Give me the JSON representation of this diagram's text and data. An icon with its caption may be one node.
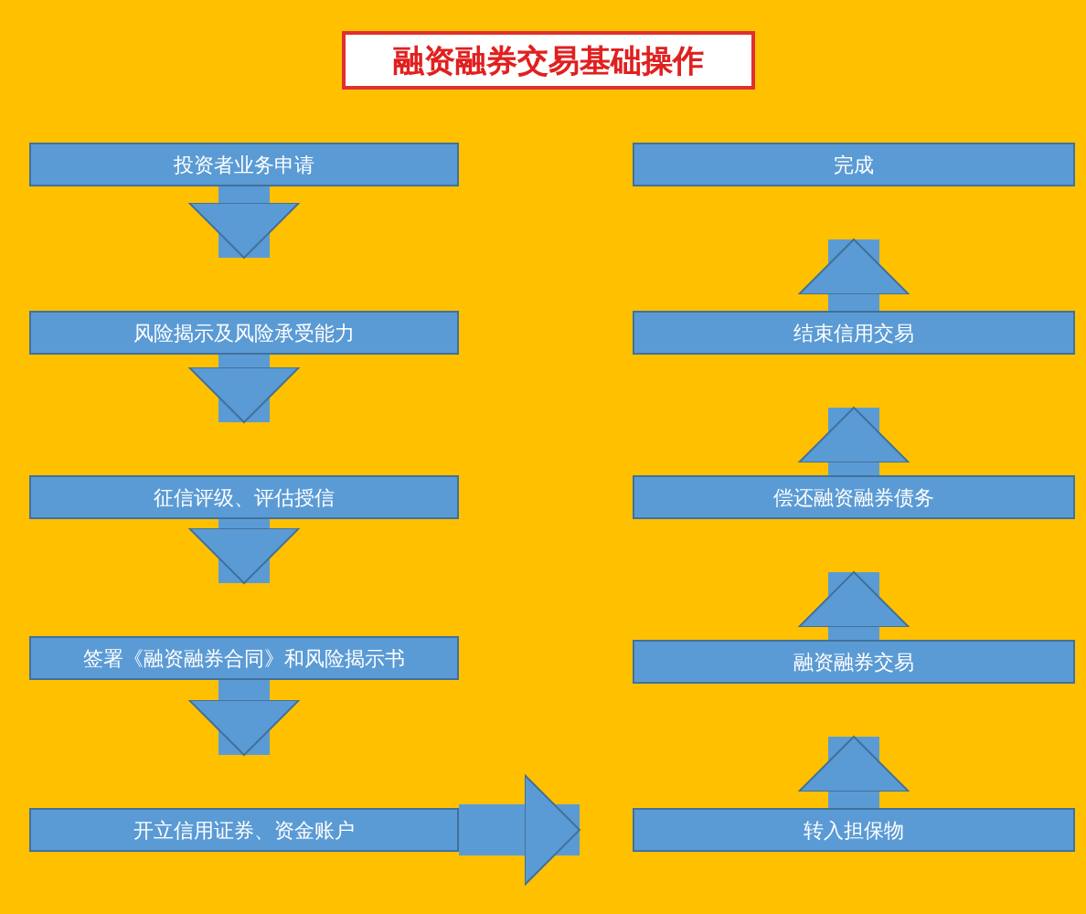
{
  "diagram": {
    "title": "融资融券交易基础操作",
    "nodes": [
      {
        "text": [
          "投资者业务申请"
        ]
      },
      {
        "text": [
          "完成"
        ]
      },
      {
        "text": [
          "风险揭示及风险承受能力"
        ]
      },
      {
        "text": [
          "结束信用交易"
        ]
      },
      {
        "text": [
          "征信评级、评估授信"
        ]
      },
      {
        "text": [
          "偿还融资融券债务"
        ]
      },
      {
        "text": [
          "签署《融资融券合同》和风险揭示书"
        ]
      },
      {
        "text": [
          "融资融券交易"
        ]
      },
      {
        "text": [
          "开立信用证券、资金账户"
        ]
      },
      {
        "text": [
          "转入担保物"
        ]
      }
    ],
    "edges": [
      {
        "from": 0,
        "to": 2,
        "arrow": "to"
      },
      {
        "from": 2,
        "to": 4,
        "arrow": "to"
      },
      {
        "from": 4,
        "to": 6,
        "arrow": "to"
      },
      {
        "from": 6,
        "to": 8,
        "arrow": "to"
      },
      {
        "from": 8,
        "to": 9,
        "arrow": "to"
      },
      {
        "from": 9,
        "to": 7,
        "arrow": "to"
      },
      {
        "from": 7,
        "to": 5,
        "arrow": "to"
      },
      {
        "from": 5,
        "to": 3,
        "arrow": "to"
      },
      {
        "from": 3,
        "to": 1,
        "arrow": "to"
      }
    ]
  }
}
